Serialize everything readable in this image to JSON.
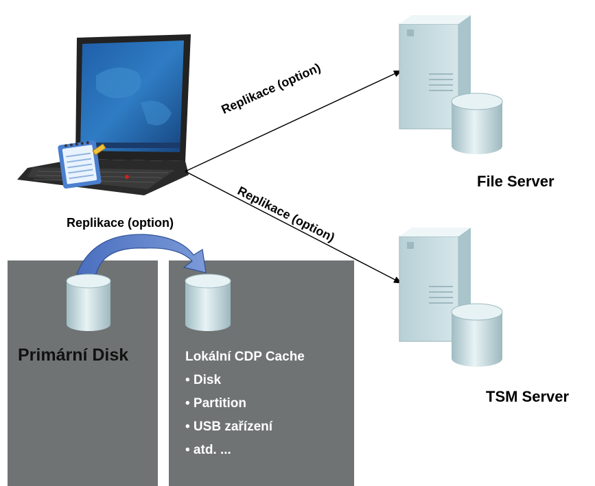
{
  "arrows": {
    "replication_file_server": "Replikace (option)",
    "replication_tsm_server": "Replikace (option)",
    "replication_local": "Replikace (option)"
  },
  "servers": {
    "file_server": "File Server",
    "tsm_server": "TSM Server"
  },
  "primary_panel": {
    "title": "Primární Disk"
  },
  "cache_panel": {
    "title": "Lokální CDP Cache",
    "items": [
      "• Disk",
      "• Partition",
      "• USB zařízení",
      "• atd. ..."
    ]
  },
  "colors": {
    "panel": "#6f7374",
    "server_body": "#c9dde2",
    "cylinder": "#d6e7ea",
    "curved_arrow": "#5b7fc7"
  }
}
